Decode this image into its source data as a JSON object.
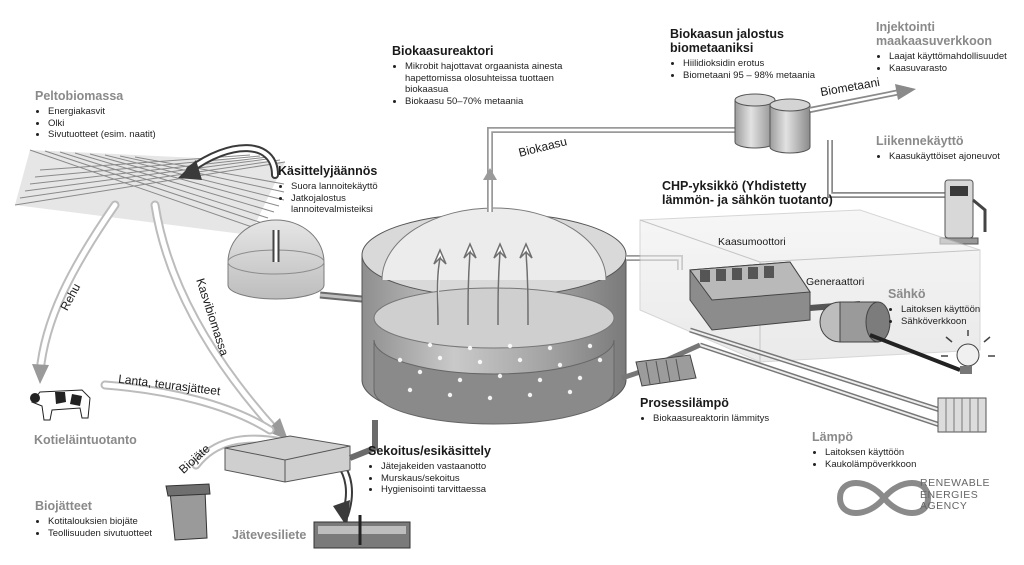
{
  "peltobiomassa": {
    "title": "Peltobiomassa",
    "items": [
      "Energiakasvit",
      "Olki",
      "Sivutuotteet (esim. naatit)"
    ]
  },
  "kasittelyjaannos": {
    "title": "Käsittelyjäännös",
    "items": [
      "Suora lannoitekäyttö",
      "Jatkojalostus lannoitevalmisteiksi"
    ]
  },
  "biokaasureaktori": {
    "title": "Biokaasureaktori",
    "items": [
      "Mikrobit hajottavat orgaanista ainesta hapettomissa olosuhteissa tuottaen biokaasua",
      "Biokaasu 50–70% metaania"
    ]
  },
  "jalostus": {
    "title_line1": "Biokaasun jalostus",
    "title_line2": "biometaaniksi",
    "items": [
      "Hiilidioksidin erotus",
      "Biometaani 95 – 98% metaania"
    ]
  },
  "injektointi": {
    "title_line1": "Injektointi",
    "title_line2": "maakaasuverkkoon",
    "items": [
      "Laajat käyttömahdollisuudet",
      "Kaasuvarasto"
    ]
  },
  "liikennekaytto": {
    "title": "Liikennekäyttö",
    "items": [
      "Kaasukäyttöiset ajoneuvot"
    ]
  },
  "chp": {
    "title_line1": "CHP-yksikkö (Yhdistetty",
    "title_line2": "lämmön- ja sähkön tuotanto)"
  },
  "sahko": {
    "title": "Sähkö",
    "items": [
      "Laitoksen käyttöön",
      "Sähköverkkoon"
    ]
  },
  "prosessilampo": {
    "title": "Prosessilämpö",
    "items": [
      "Biokaasureaktorin lämmitys"
    ]
  },
  "lampo": {
    "title": "Lämpö",
    "items": [
      "Laitoksen käyttöön",
      "Kaukolämpöverkkoon"
    ]
  },
  "sekoitus": {
    "title": "Sekoitus/esikäsittely",
    "items": [
      "Jätejakeiden vastaanotto",
      "Murskaus/sekoitus",
      "Hygienisointi tarvittaessa"
    ]
  },
  "biojatteet": {
    "title": "Biojätteet",
    "items": [
      "Kotitalouksien biojäte",
      "Teollisuuden sivutuotteet"
    ]
  },
  "labels": {
    "biokaasu": "Biokaasu",
    "biometaani": "Biometaani",
    "kaasumoottori": "Kaasumoottori",
    "generaattori": "Generaattori",
    "rehu": "Rehu",
    "kasvibiomassa": "Kasvibiomassa",
    "lanta": "Lanta, teurasjätteet",
    "kotielaintuotanto": "Kotieläintuotanto",
    "biojate": "Biojäte",
    "jatevesiliete": "Jätevesiliete"
  },
  "logo": {
    "line1": "RENEWABLE",
    "line2": "ENERGIES",
    "line3": "AGENCY"
  },
  "colors": {
    "ink": "#1a1a1a",
    "muted": "#8a8a8a",
    "pipe": "#b5b5b5",
    "tank": "#a8a8a8"
  }
}
